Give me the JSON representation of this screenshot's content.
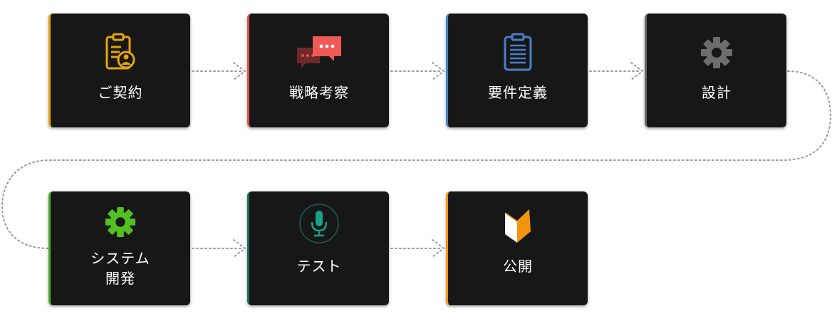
{
  "steps": [
    {
      "label": "ご契約",
      "accent": "#e5a50a",
      "icon": "clipboard-person-icon"
    },
    {
      "label": "戦略考察",
      "accent": "#e0524e",
      "icon": "chat-bubbles-icon"
    },
    {
      "label": "要件定義",
      "accent": "#4a7fc6",
      "icon": "clipboard-list-icon"
    },
    {
      "label": "設計",
      "accent": "#666666",
      "icon": "gear-icon"
    },
    {
      "label": "システム\n開発",
      "label_line1": "システム",
      "label_line2": "開発",
      "accent": "#4caf2a",
      "icon": "gear-icon"
    },
    {
      "label": "テスト",
      "accent": "#1b6a60",
      "icon": "microphone-icon"
    },
    {
      "label": "公開",
      "accent": "#f0960e",
      "icon": "beginner-mark-icon"
    }
  ],
  "colors": {
    "card_bg": "#171717",
    "connector": "#9a9a9a",
    "gear_gray": "#6d6d6d",
    "gear_green": "#52c021",
    "mic": "#1aa08c"
  }
}
